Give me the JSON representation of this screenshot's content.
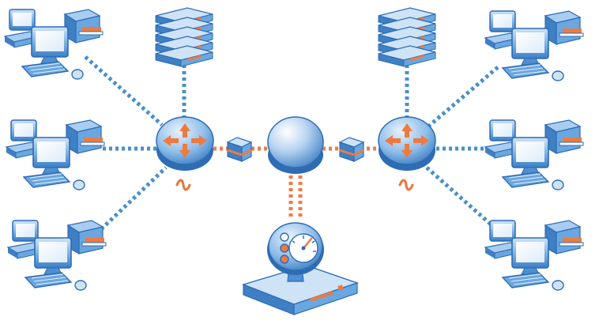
{
  "diagram": {
    "type": "network-topology",
    "colors": {
      "link_blue": "#4a8fcb",
      "link_orange": "#f07c45",
      "device_blue": "#5b9bd8",
      "device_dark": "#2e6cb4",
      "accent_orange": "#ef7a3f",
      "cable_orange": "#e8763a"
    },
    "nodes": [
      {
        "id": "workstation-left-top",
        "kind": "workstation",
        "icon": "computer-printer-icon"
      },
      {
        "id": "workstation-left-middle",
        "kind": "workstation",
        "icon": "computer-printer-icon"
      },
      {
        "id": "workstation-left-bottom",
        "kind": "workstation",
        "icon": "computer-printer-icon"
      },
      {
        "id": "workstation-right-top",
        "kind": "workstation",
        "icon": "computer-printer-icon"
      },
      {
        "id": "workstation-right-middle",
        "kind": "workstation",
        "icon": "computer-printer-icon"
      },
      {
        "id": "workstation-right-bottom",
        "kind": "workstation",
        "icon": "computer-printer-icon"
      },
      {
        "id": "server-left",
        "kind": "server-stack",
        "icon": "server-rack-icon"
      },
      {
        "id": "server-right",
        "kind": "server-stack",
        "icon": "server-rack-icon"
      },
      {
        "id": "router-left",
        "kind": "router",
        "icon": "router-icon"
      },
      {
        "id": "router-right",
        "kind": "router",
        "icon": "router-icon"
      },
      {
        "id": "wan-cloud",
        "kind": "network-core",
        "icon": "network-disc-icon"
      },
      {
        "id": "monitor-appliance",
        "kind": "monitoring-appliance",
        "icon": "gauge-appliance-icon"
      },
      {
        "id": "probe-left",
        "kind": "tap",
        "icon": "cube-icon"
      },
      {
        "id": "probe-right",
        "kind": "tap",
        "icon": "cube-icon"
      }
    ],
    "links": [
      {
        "from": "workstation-left-top",
        "to": "router-left",
        "style": "blue-dotted"
      },
      {
        "from": "workstation-left-middle",
        "to": "router-left",
        "style": "blue-dotted"
      },
      {
        "from": "workstation-left-bottom",
        "to": "router-left",
        "style": "blue-dotted"
      },
      {
        "from": "server-left",
        "to": "router-left",
        "style": "blue-dotted"
      },
      {
        "from": "router-left",
        "to": "wan-cloud",
        "style": "orange-dotted"
      },
      {
        "from": "wan-cloud",
        "to": "router-right",
        "style": "orange-dotted"
      },
      {
        "from": "wan-cloud",
        "to": "monitor-appliance",
        "style": "orange-double-dotted"
      },
      {
        "from": "server-right",
        "to": "router-right",
        "style": "blue-dotted"
      },
      {
        "from": "workstation-right-top",
        "to": "router-right",
        "style": "blue-dotted"
      },
      {
        "from": "workstation-right-middle",
        "to": "router-right",
        "style": "blue-dotted"
      },
      {
        "from": "workstation-right-bottom",
        "to": "router-right",
        "style": "blue-dotted"
      }
    ]
  }
}
